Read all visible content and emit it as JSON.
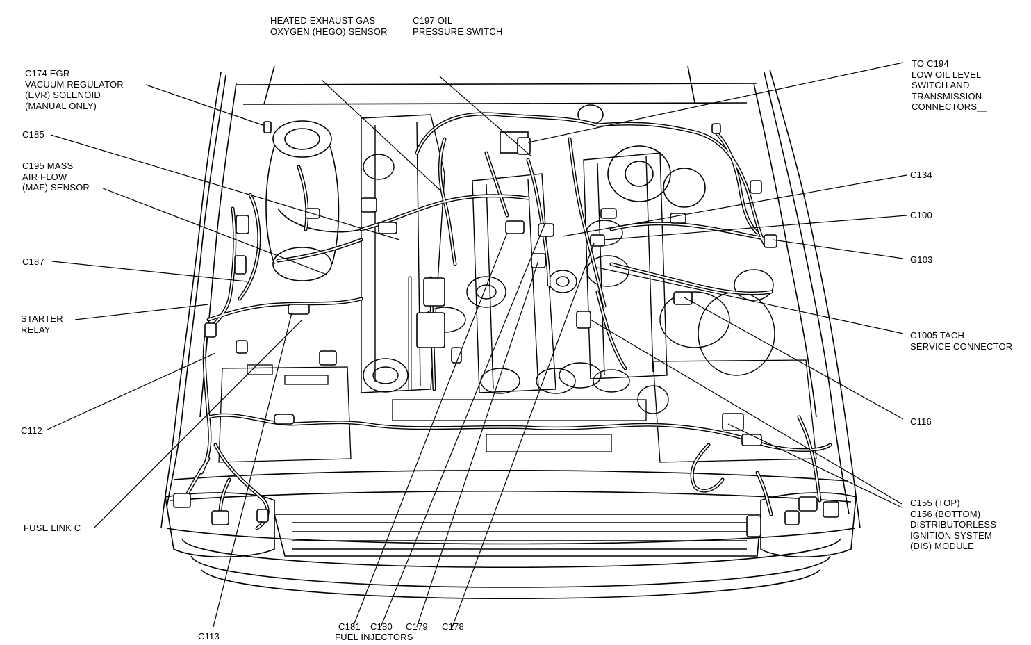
{
  "colors": {
    "ink": "#000000",
    "paper": "#ffffff"
  },
  "callouts": {
    "hego": "HEATED EXHAUST GAS\nOXYGEN (HEGO) SENSOR",
    "c197": "C197 OIL\nPRESSURE SWITCH",
    "c174": "C174 EGR\nVACUUM REGULATOR\n(EVR) SOLENOID\n(MANUAL ONLY)",
    "c185": "C185",
    "c195": "C195 MASS\nAIR FLOW\n(MAF) SENSOR",
    "c187": "C187",
    "starter": "STARTER\nRELAY",
    "c112": "C112",
    "fuse": "FUSE LINK C",
    "c113": "C113",
    "c181": "C181",
    "c180": "C180",
    "c179": "C179",
    "c178": "C178",
    "fuel": "FUEL INJECTORS",
    "c194": "TO C194\nLOW OIL LEVEL\nSWITCH AND\nTRANSMISSION\nCONNECTORS__",
    "c134": "C134",
    "c100": "C100",
    "g103": "G103",
    "c1005": "C1005 TACH\nSERVICE CONNECTOR",
    "c116": "C116",
    "c155": "C155 (TOP)\nC156 (BOTTOM)\nDISTRIBUTORLESS\nIGNITION SYSTEM\n(DIS) MODULE"
  }
}
